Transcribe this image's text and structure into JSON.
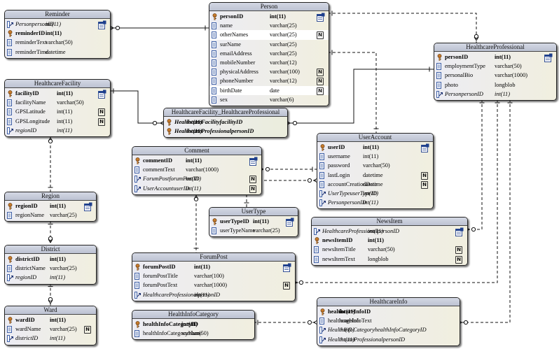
{
  "entities": {
    "reminder": {
      "title": "Reminder",
      "attrs": [
        {
          "name": "PersonpersonID",
          "type": "int(11)",
          "kind": "fk"
        },
        {
          "name": "reminderID",
          "type": "int(11)",
          "kind": "pk"
        },
        {
          "name": "reminderText",
          "type": "varchar(50)",
          "kind": "col"
        },
        {
          "name": "reminderTime",
          "type": "datetime",
          "kind": "col"
        }
      ]
    },
    "person": {
      "title": "Person",
      "attrs": [
        {
          "name": "personID",
          "type": "int(11)",
          "kind": "pk"
        },
        {
          "name": "name",
          "type": "varchar(25)",
          "kind": "col"
        },
        {
          "name": "otherNames",
          "type": "varchar(25)",
          "kind": "col",
          "nullable": "N"
        },
        {
          "name": "surName",
          "type": "varchar(25)",
          "kind": "col"
        },
        {
          "name": "emailAddress",
          "type": "varchar(25)",
          "kind": "col"
        },
        {
          "name": "mobileNumber",
          "type": "varchar(12)",
          "kind": "col"
        },
        {
          "name": "physicalAddress",
          "type": "varchar(100)",
          "kind": "col",
          "nullable": "N"
        },
        {
          "name": "phoneNumber",
          "type": "varchar(12)",
          "kind": "col",
          "nullable": "N"
        },
        {
          "name": "birthDate",
          "type": "date",
          "kind": "col",
          "nullable": "N"
        },
        {
          "name": "sex",
          "type": "varchar(6)",
          "kind": "col"
        }
      ]
    },
    "healthcareProfessional": {
      "title": "HealthcareProfessional",
      "attrs": [
        {
          "name": "personID",
          "type": "int(11)",
          "kind": "pk"
        },
        {
          "name": "employmentType",
          "type": "varchar(50)",
          "kind": "col"
        },
        {
          "name": "personalBio",
          "type": "varchar(1000)",
          "kind": "col"
        },
        {
          "name": "photo",
          "type": "longblob",
          "kind": "col"
        },
        {
          "name": "PersonpersonID",
          "type": "int(11)",
          "kind": "fk"
        }
      ]
    },
    "healthcareFacility": {
      "title": "HealthcareFacility",
      "attrs": [
        {
          "name": "facilityID",
          "type": "int(11)",
          "kind": "pk"
        },
        {
          "name": "facilityName",
          "type": "varchar(50)",
          "kind": "col"
        },
        {
          "name": "GPSLatitude",
          "type": "int(11)",
          "kind": "col",
          "nullable": "N"
        },
        {
          "name": "GPSLongitude",
          "type": "int(11)",
          "kind": "col",
          "nullable": "N"
        },
        {
          "name": "regionID",
          "type": "int(11)",
          "kind": "fk"
        }
      ]
    },
    "facilityProfessional": {
      "title": "HealthcareFacility_HealthcareProfessional",
      "attrs": [
        {
          "name": "HealthcareFacilityfacilityID",
          "type": "int(11)",
          "kind": "pkfk"
        },
        {
          "name": "HealthcareProfessionalpersonID",
          "type": "int(11)",
          "kind": "pkfk"
        }
      ]
    },
    "userAccount": {
      "title": "UserAccount",
      "attrs": [
        {
          "name": "userID",
          "type": "int(11)",
          "kind": "pk"
        },
        {
          "name": "username",
          "type": "int(11)",
          "kind": "col"
        },
        {
          "name": "password",
          "type": "varchar(50)",
          "kind": "col"
        },
        {
          "name": "lastLogin",
          "type": "datetime",
          "kind": "col",
          "nullable": "N"
        },
        {
          "name": "accountCreationDate",
          "type": "datetime",
          "kind": "col",
          "nullable": "N"
        },
        {
          "name": "UserTypeuserTypeID",
          "type": "int(11)",
          "kind": "fk"
        },
        {
          "name": "PersonpersonID",
          "type": "int(11)",
          "kind": "fk"
        }
      ]
    },
    "comment": {
      "title": "Comment",
      "attrs": [
        {
          "name": "commentID",
          "type": "int(11)",
          "kind": "pk"
        },
        {
          "name": "commentText",
          "type": "varchar(1000)",
          "kind": "col"
        },
        {
          "name": "ForumPostforumPostID",
          "type": "int(11)",
          "kind": "fk",
          "nullable": "N"
        },
        {
          "name": "UserAccountuserID",
          "type": "int(11)",
          "kind": "fk",
          "nullable": "N"
        }
      ]
    },
    "region": {
      "title": "Region",
      "attrs": [
        {
          "name": "regionID",
          "type": "int(11)",
          "kind": "pk"
        },
        {
          "name": "regionName",
          "type": "varchar(25)",
          "kind": "col"
        }
      ]
    },
    "userType": {
      "title": "UserType",
      "attrs": [
        {
          "name": "userTypeID",
          "type": "int(11)",
          "kind": "pk"
        },
        {
          "name": "userTypeName",
          "type": "varchar(25)",
          "kind": "col"
        }
      ]
    },
    "newsItem": {
      "title": "NewsItem",
      "attrs": [
        {
          "name": "HealthcareProfessionalpersonID",
          "type": "int(11)",
          "kind": "fk"
        },
        {
          "name": "newsItemID",
          "type": "int(11)",
          "kind": "pk"
        },
        {
          "name": "newsItemTitle",
          "type": "varchar(50)",
          "kind": "col",
          "nullable": "N"
        },
        {
          "name": "newsItemText",
          "type": "longblob",
          "kind": "col",
          "nullable": "N"
        }
      ]
    },
    "district": {
      "title": "District",
      "attrs": [
        {
          "name": "districtID",
          "type": "int(11)",
          "kind": "pk"
        },
        {
          "name": "districtName",
          "type": "varchar(25)",
          "kind": "col"
        },
        {
          "name": "regionID",
          "type": "int(11)",
          "kind": "fk"
        }
      ]
    },
    "forumPost": {
      "title": "ForumPost",
      "attrs": [
        {
          "name": "forumPostID",
          "type": "int(11)",
          "kind": "pk"
        },
        {
          "name": "forumPostTitle",
          "type": "varchar(100)",
          "kind": "col"
        },
        {
          "name": "forumPostText",
          "type": "varchar(1000)",
          "kind": "col",
          "nullable": "N"
        },
        {
          "name": "HealthcareProfessionalpersonID",
          "type": "int(11)",
          "kind": "fk"
        }
      ]
    },
    "ward": {
      "title": "Ward",
      "attrs": [
        {
          "name": "wardID",
          "type": "int(11)",
          "kind": "pk"
        },
        {
          "name": "wardName",
          "type": "varchar(25)",
          "kind": "col",
          "nullable": "N"
        },
        {
          "name": "districtID",
          "type": "int(11)",
          "kind": "fk"
        }
      ]
    },
    "healthInfoCategory": {
      "title": "HealthInfoCategory",
      "attrs": [
        {
          "name": "healthInfoCategoryID",
          "type": "int(11)",
          "kind": "pk"
        },
        {
          "name": "healthInfoCategoryName",
          "type": "varchar(50)",
          "kind": "col"
        }
      ]
    },
    "healthcareInfo": {
      "title": "HealthcareInfo",
      "attrs": [
        {
          "name": "healthcareInfoID",
          "type": "int(11)",
          "kind": "pk"
        },
        {
          "name": "healthcareInfoText",
          "type": "longblob",
          "kind": "col"
        },
        {
          "name": "HealthInfoCategoryhealthInfoCategoryID",
          "type": "int(11)",
          "kind": "fk"
        },
        {
          "name": "HealthcareProfessionalpersonID",
          "type": "int(11)",
          "kind": "fk"
        }
      ]
    }
  },
  "colors": {
    "pk_key": "#c77a2a",
    "column": "#2a4f9e",
    "title_bar": "#c6cbda",
    "line": "#111111"
  },
  "icons": {
    "pk": "key-icon",
    "column": "column-icon",
    "fk": "foreign-key-icon",
    "table": "table-icon",
    "nullable": "nullable-icon"
  }
}
